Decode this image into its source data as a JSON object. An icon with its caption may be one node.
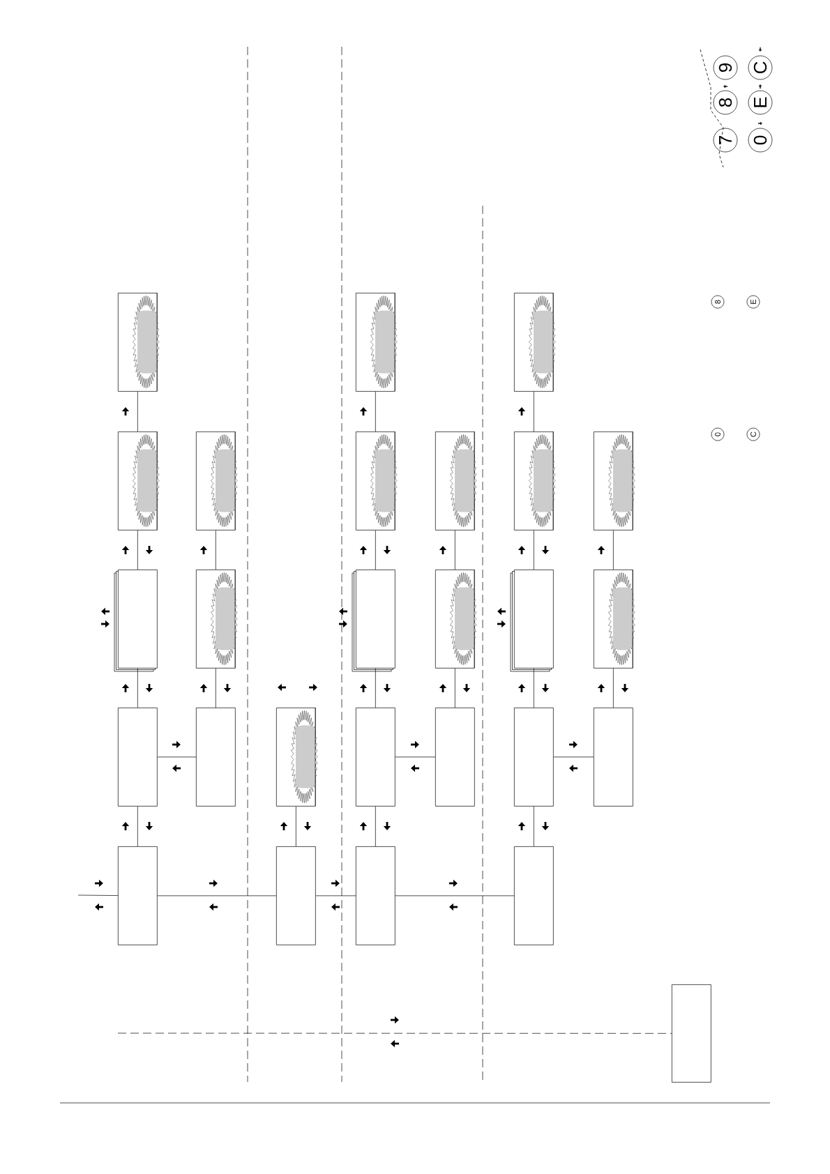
{
  "diagram": {
    "nodes": [
      {
        "text": [],
        "shape": "box"
      },
      {
        "text": [],
        "shape": "box"
      },
      {
        "text": [],
        "shape": "box"
      },
      {
        "text": [],
        "shape": "box"
      },
      {
        "text": [],
        "shape": "box"
      },
      {
        "text": [],
        "shape": "box"
      },
      {
        "text": [],
        "shape": "box"
      },
      {
        "text": [],
        "shape": "box"
      },
      {
        "text": [],
        "shape": "box"
      },
      {
        "text": [],
        "shape": "box"
      },
      {
        "text": [],
        "shape": "box"
      },
      {
        "text": [],
        "shape": "box"
      },
      {
        "text": [],
        "shape": "box"
      },
      {
        "text": [],
        "shape": "box"
      },
      {
        "text": [],
        "shape": "box"
      },
      {
        "text": [],
        "shape": "box"
      },
      {
        "text": [],
        "shape": "box"
      },
      {
        "text": [],
        "shape": "box"
      },
      {
        "text": [],
        "shape": "box"
      },
      {
        "text": [],
        "shape": "box"
      },
      {
        "text": [],
        "shape": "box"
      },
      {
        "text": [],
        "shape": "box"
      },
      {
        "text": [],
        "shape": "box"
      },
      {
        "text": [],
        "shape": "box"
      },
      {
        "text": [],
        "shape": "box"
      },
      {
        "text": [],
        "shape": "box"
      },
      {
        "text": [],
        "shape": "box"
      }
    ],
    "edges": [
      {
        "from": null,
        "to": 4,
        "arrow": "none"
      },
      {
        "from": 0,
        "to": 1,
        "arrow": "none"
      },
      {
        "from": 1,
        "to": 2,
        "arrow": "none"
      },
      {
        "from": 2,
        "to": 3,
        "arrow": "none"
      },
      {
        "from": 3,
        "to": 4,
        "arrow": "none"
      },
      {
        "from": 3,
        "to": 7,
        "arrow": "none"
      },
      {
        "from": 7,
        "to": 6,
        "arrow": "none"
      },
      {
        "from": 6,
        "to": 5,
        "arrow": "none"
      },
      {
        "from": 4,
        "to": 9,
        "arrow": "none"
      },
      {
        "from": 9,
        "to": 8,
        "arrow": "none"
      },
      {
        "from": 9,
        "to": 14,
        "arrow": "none"
      },
      {
        "from": 10,
        "to": 11,
        "arrow": "none"
      },
      {
        "from": 11,
        "to": 12,
        "arrow": "none"
      },
      {
        "from": 12,
        "to": 13,
        "arrow": "none"
      },
      {
        "from": 13,
        "to": 14,
        "arrow": "none"
      },
      {
        "from": 13,
        "to": 17,
        "arrow": "none"
      },
      {
        "from": 17,
        "to": 16,
        "arrow": "none"
      },
      {
        "from": 16,
        "to": 15,
        "arrow": "none"
      },
      {
        "from": 14,
        "to": 22,
        "arrow": "none"
      },
      {
        "from": 18,
        "to": 19,
        "arrow": "none"
      },
      {
        "from": 19,
        "to": 20,
        "arrow": "none"
      },
      {
        "from": 20,
        "to": 21,
        "arrow": "none"
      },
      {
        "from": 21,
        "to": 22,
        "arrow": "none"
      },
      {
        "from": 21,
        "to": 25,
        "arrow": "none"
      },
      {
        "from": 25,
        "to": 24,
        "arrow": "none"
      },
      {
        "from": 24,
        "to": 23,
        "arrow": "none"
      },
      {
        "from": null,
        "to": 26,
        "arrow": "none",
        "style": "dashed"
      }
    ],
    "labels": [
      "9",
      "8",
      "7",
      "C",
      "E",
      "0",
      "8",
      "E",
      "0",
      "C"
    ]
  }
}
